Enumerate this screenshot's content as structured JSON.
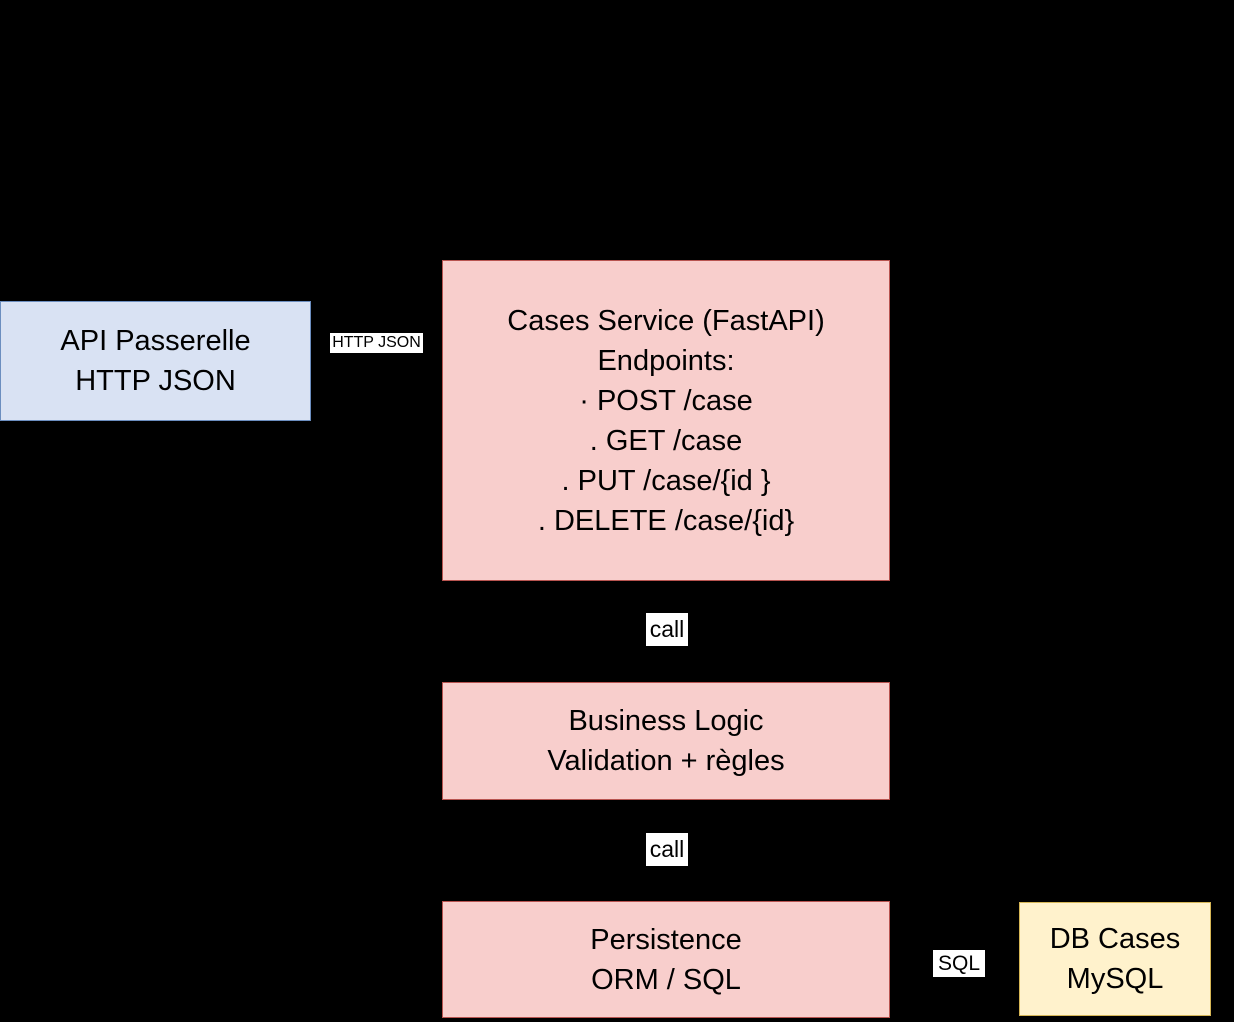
{
  "diagram": {
    "background_color": "#000000",
    "colors": {
      "blue_fill": "#d9e2f3",
      "blue_stroke": "#6c8ebf",
      "red_fill": "#f8cecc",
      "red_stroke": "#b85450",
      "yellow_fill": "#fff2cc",
      "yellow_stroke": "#d6b656",
      "edge_label_bg": "#ffffff",
      "text": "#000000"
    },
    "nodes": {
      "api_gateway": {
        "lines": [
          "API Passerelle",
          "HTTP JSON"
        ]
      },
      "cases_service": {
        "lines": [
          "Cases Service (FastAPI)",
          "Endpoints:",
          "· POST /case",
          ". GET /case",
          ". PUT /case/{id }",
          ". DELETE /case/{id}"
        ]
      },
      "business_logic": {
        "lines": [
          "Business Logic",
          "Validation + règles"
        ]
      },
      "persistence": {
        "lines": [
          "Persistence",
          "ORM / SQL"
        ]
      },
      "db_mysql": {
        "lines": [
          "DB Cases",
          "MySQL"
        ]
      }
    },
    "edge_labels": {
      "http_json": "HTTP JSON",
      "call_1": "call",
      "call_2": "call",
      "sql": "SQL"
    }
  }
}
